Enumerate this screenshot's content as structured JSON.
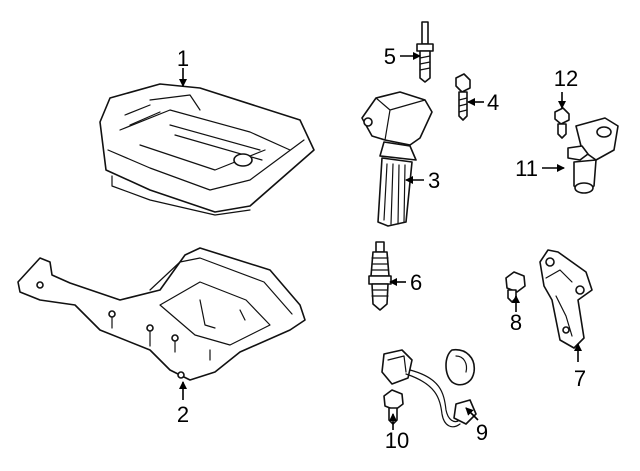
{
  "callouts": [
    {
      "id": "1",
      "label": "1"
    },
    {
      "id": "2",
      "label": "2"
    },
    {
      "id": "3",
      "label": "3"
    },
    {
      "id": "4",
      "label": "4"
    },
    {
      "id": "5",
      "label": "5"
    },
    {
      "id": "6",
      "label": "6"
    },
    {
      "id": "7",
      "label": "7"
    },
    {
      "id": "8",
      "label": "8"
    },
    {
      "id": "9",
      "label": "9"
    },
    {
      "id": "10",
      "label": "10"
    },
    {
      "id": "11",
      "label": "11"
    },
    {
      "id": "12",
      "label": "12"
    }
  ],
  "colors": {
    "line": "#111111",
    "background": "#ffffff"
  }
}
